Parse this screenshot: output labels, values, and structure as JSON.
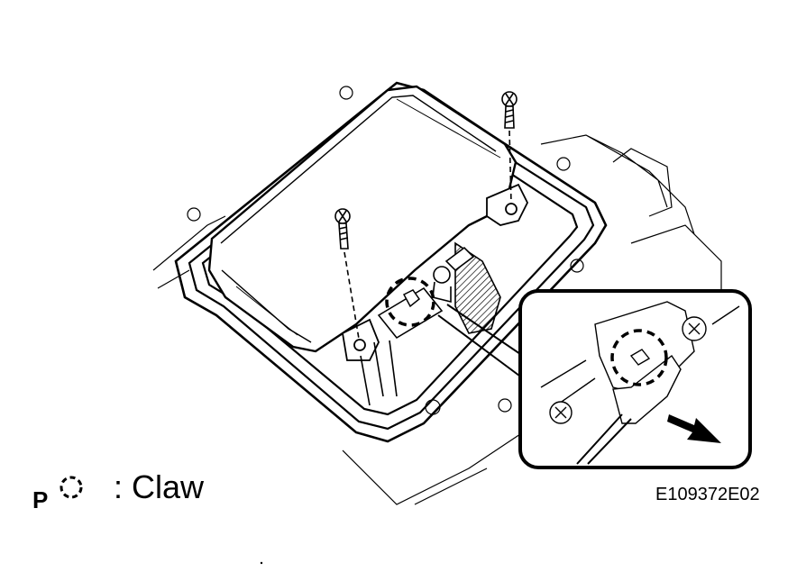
{
  "legend": {
    "symbol_letter": "P",
    "label": ": Claw",
    "icon": "dashed-circle-icon"
  },
  "figure_code": "E109372E02",
  "colors": {
    "line": "#000000",
    "background": "#ffffff",
    "hatch": "#555555"
  }
}
